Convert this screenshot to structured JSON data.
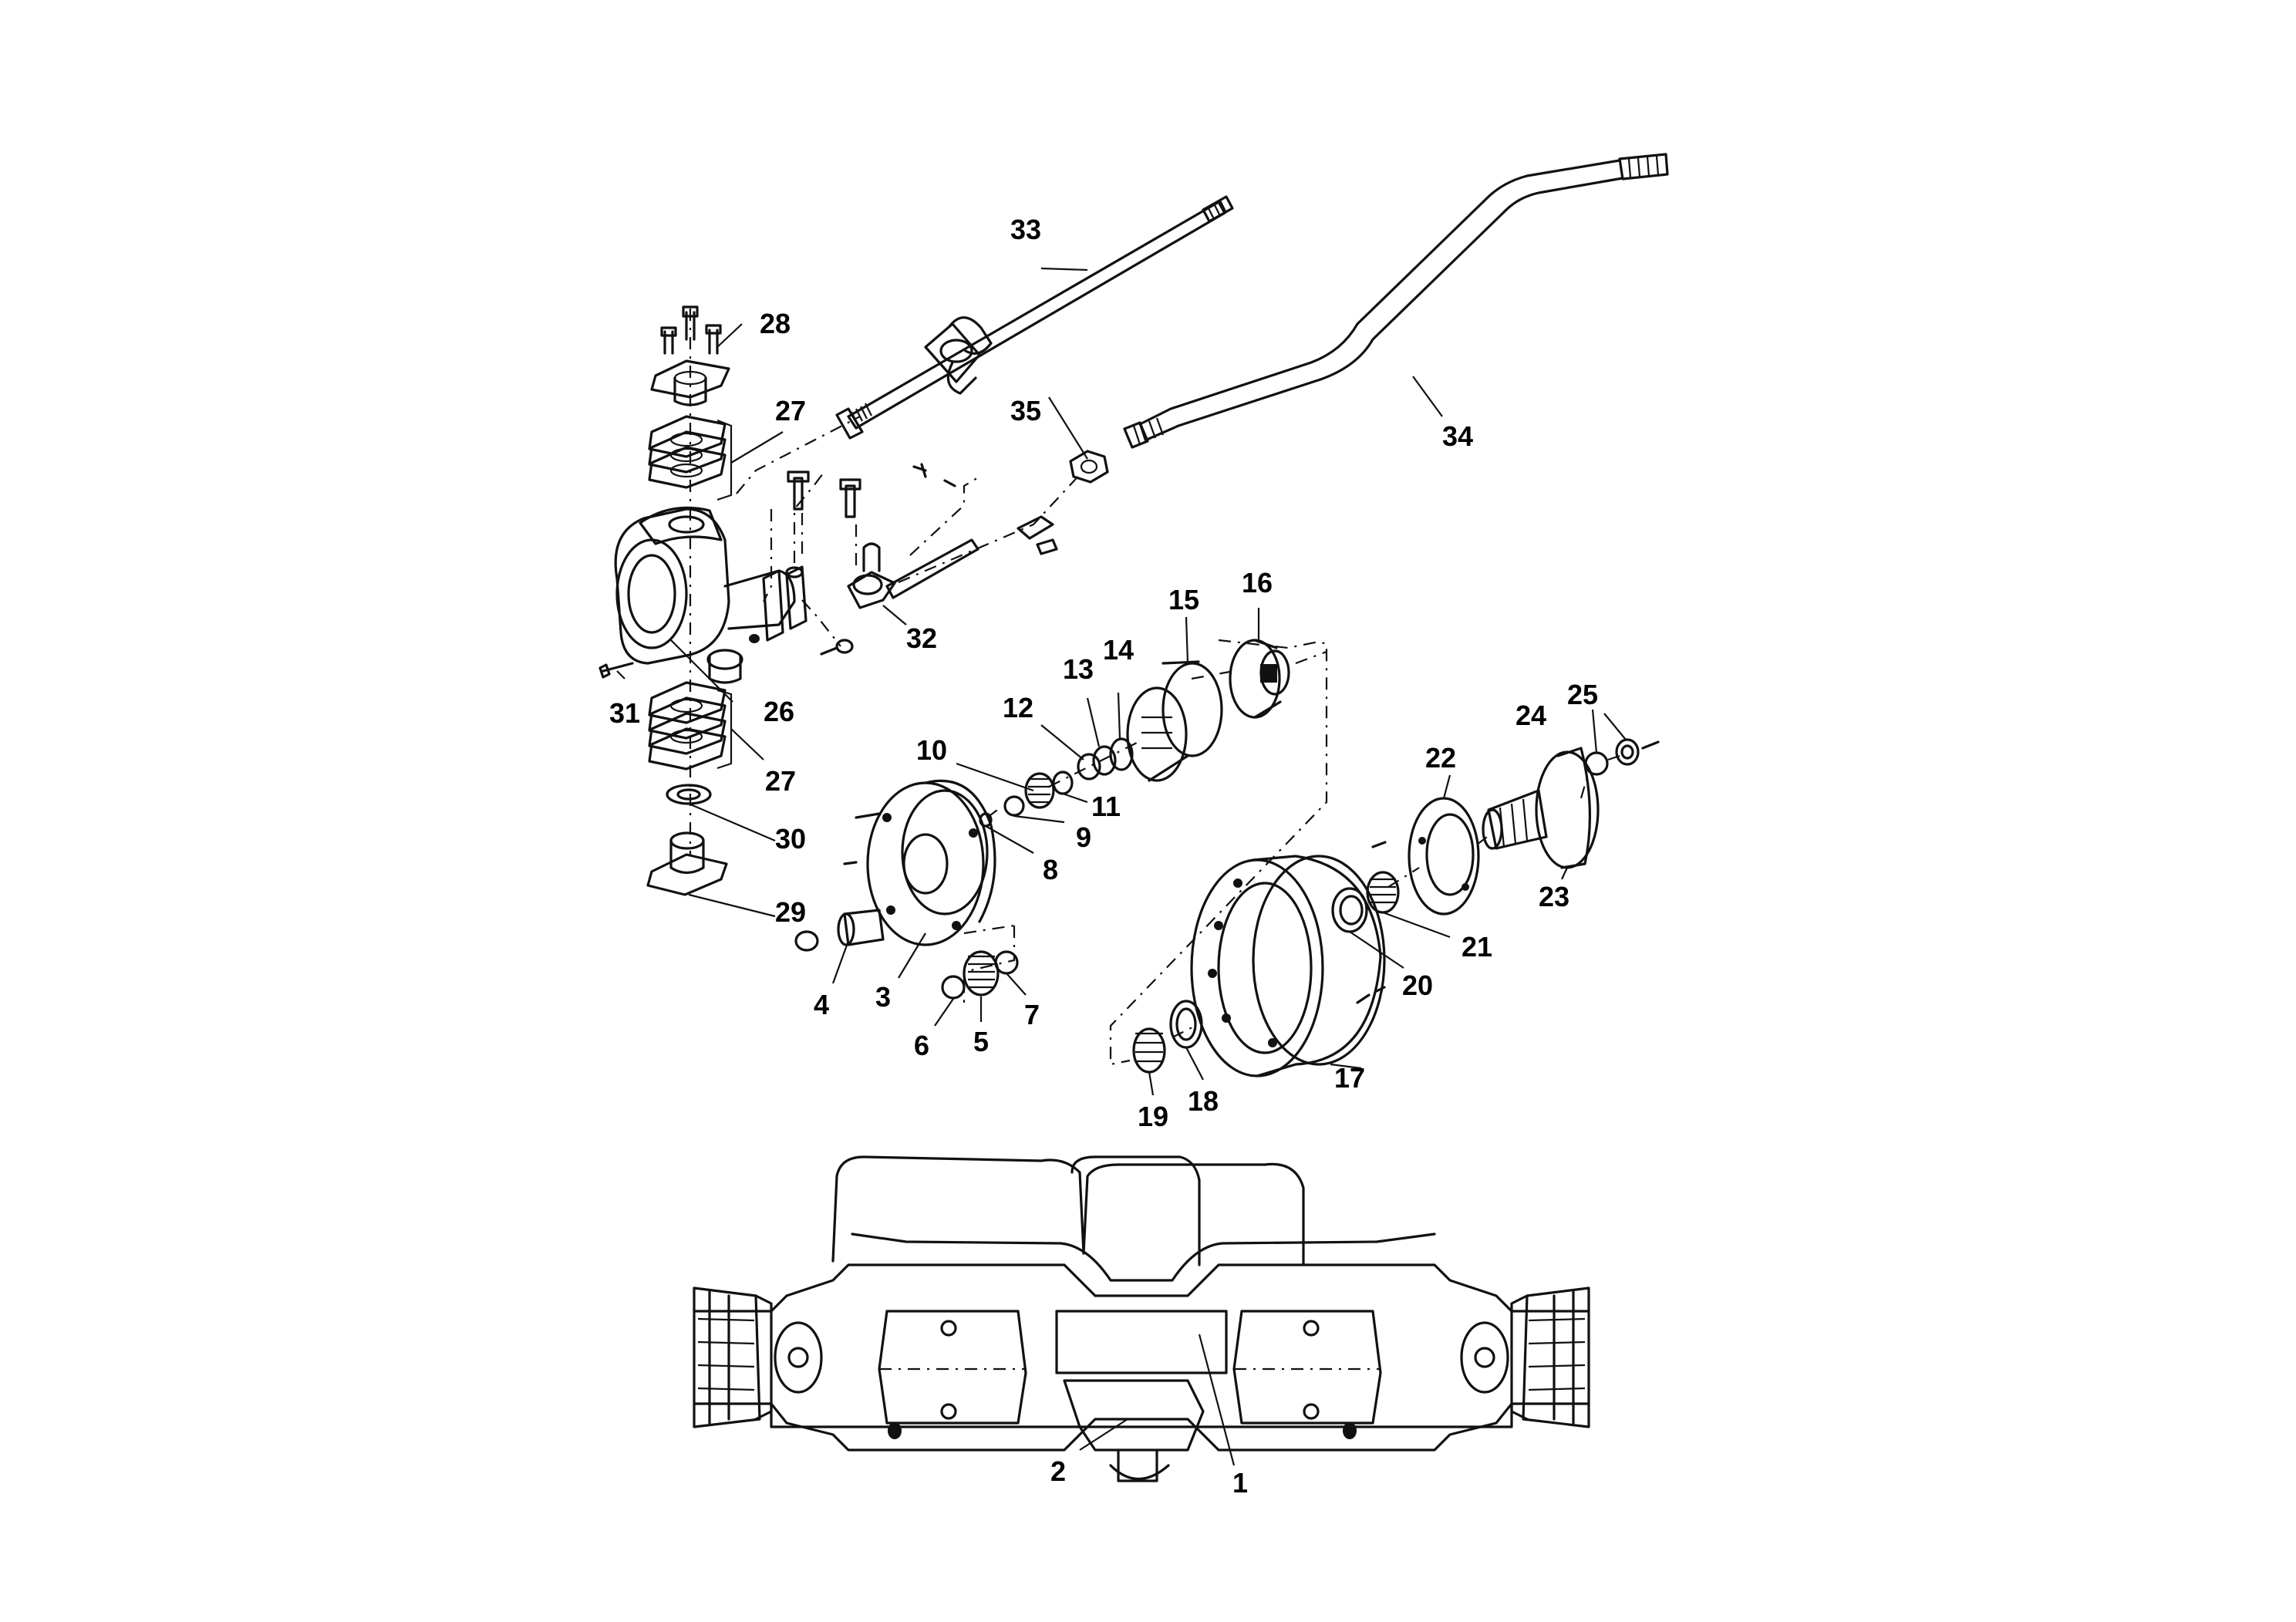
{
  "callouts": [
    {
      "id": "1",
      "text": "1"
    },
    {
      "id": "2",
      "text": "2"
    },
    {
      "id": "3",
      "text": "3"
    },
    {
      "id": "4",
      "text": "4"
    },
    {
      "id": "5",
      "text": "5"
    },
    {
      "id": "6",
      "text": "6"
    },
    {
      "id": "7",
      "text": "7"
    },
    {
      "id": "8",
      "text": "8"
    },
    {
      "id": "9",
      "text": "9"
    },
    {
      "id": "10",
      "text": "10"
    },
    {
      "id": "11",
      "text": "11"
    },
    {
      "id": "12",
      "text": "12"
    },
    {
      "id": "13",
      "text": "13"
    },
    {
      "id": "14",
      "text": "14"
    },
    {
      "id": "15",
      "text": "15"
    },
    {
      "id": "16",
      "text": "16"
    },
    {
      "id": "17",
      "text": "17"
    },
    {
      "id": "18",
      "text": "18"
    },
    {
      "id": "19",
      "text": "19"
    },
    {
      "id": "20",
      "text": "20"
    },
    {
      "id": "21",
      "text": "21"
    },
    {
      "id": "22",
      "text": "22"
    },
    {
      "id": "23",
      "text": "23"
    },
    {
      "id": "24",
      "text": "24"
    },
    {
      "id": "25",
      "text": "25"
    },
    {
      "id": "26",
      "text": "26"
    },
    {
      "id": "27a",
      "text": "27"
    },
    {
      "id": "27b",
      "text": "27"
    },
    {
      "id": "28",
      "text": "28"
    },
    {
      "id": "29",
      "text": "29"
    },
    {
      "id": "30",
      "text": "30"
    },
    {
      "id": "31",
      "text": "31"
    },
    {
      "id": "32",
      "text": "32"
    },
    {
      "id": "33",
      "text": "33"
    },
    {
      "id": "34",
      "text": "34"
    },
    {
      "id": "35",
      "text": "35"
    }
  ]
}
